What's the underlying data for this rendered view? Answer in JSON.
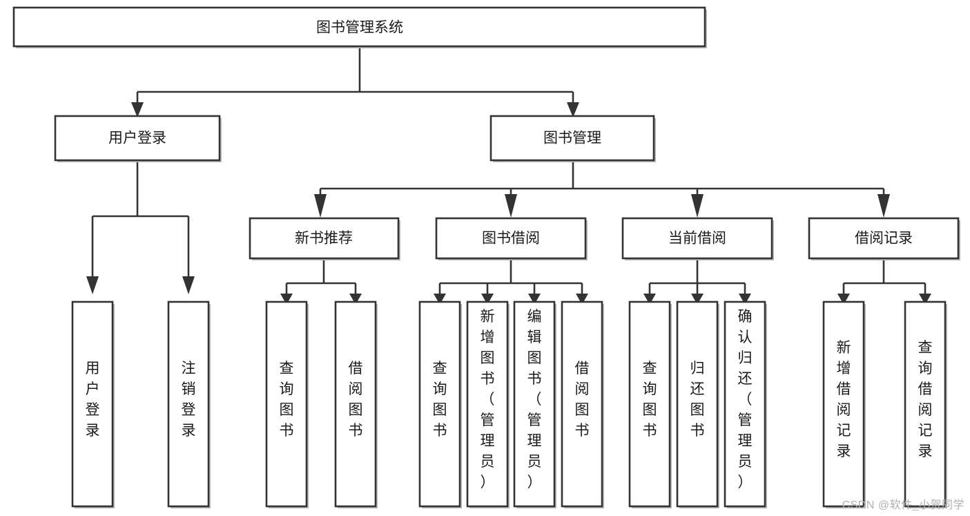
{
  "diagram": {
    "type": "tree-hierarchy",
    "title": "图书管理系统",
    "watermark": "CSDN @软件_小贺同学",
    "colors": {
      "stroke": "#333333",
      "fill": "#ffffff",
      "text": "#1a1a1a",
      "shadow": "#b9b9b9",
      "watermark": "#b0b0b0"
    },
    "levels": {
      "root": {
        "label": "图书管理系统"
      },
      "level2": [
        {
          "id": "user-login",
          "label": "用户登录"
        },
        {
          "id": "book-manage",
          "label": "图书管理"
        }
      ],
      "level3": [
        {
          "id": "new-book-recommend",
          "label": "新书推荐",
          "parent": "book-manage"
        },
        {
          "id": "book-borrow",
          "label": "图书借阅",
          "parent": "book-manage"
        },
        {
          "id": "current-borrow",
          "label": "当前借阅",
          "parent": "book-manage"
        },
        {
          "id": "borrow-record",
          "label": "借阅记录",
          "parent": "book-manage"
        }
      ],
      "leaves": [
        {
          "id": "leaf-user-login",
          "label": "用户登录",
          "parent": "user-login"
        },
        {
          "id": "leaf-logout-login",
          "label": "注销登录",
          "parent": "user-login"
        },
        {
          "id": "leaf-query-book-1",
          "label": "查询图书",
          "parent": "new-book-recommend"
        },
        {
          "id": "leaf-borrow-book-1",
          "label": "借阅图书",
          "parent": "new-book-recommend"
        },
        {
          "id": "leaf-query-book-2",
          "label": "查询图书",
          "parent": "book-borrow"
        },
        {
          "id": "leaf-add-book",
          "label": "新增图书（管理员）",
          "parent": "book-borrow"
        },
        {
          "id": "leaf-edit-book",
          "label": "编辑图书（管理员）",
          "parent": "book-borrow"
        },
        {
          "id": "leaf-borrow-book-2",
          "label": "借阅图书",
          "parent": "book-borrow"
        },
        {
          "id": "leaf-query-book-3",
          "label": "查询图书",
          "parent": "current-borrow"
        },
        {
          "id": "leaf-return-book",
          "label": "归还图书",
          "parent": "current-borrow"
        },
        {
          "id": "leaf-confirm-return",
          "label": "确认归还（管理员）",
          "parent": "current-borrow"
        },
        {
          "id": "leaf-add-record",
          "label": "新增借阅记录",
          "parent": "borrow-record"
        },
        {
          "id": "leaf-query-record",
          "label": "查询借阅记录",
          "parent": "borrow-record"
        }
      ]
    }
  }
}
